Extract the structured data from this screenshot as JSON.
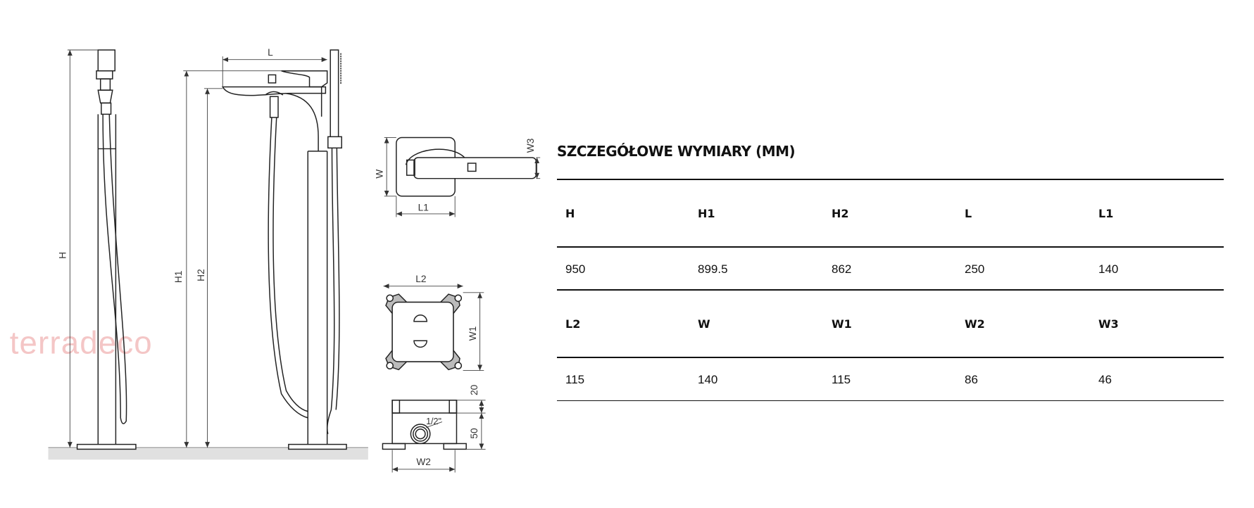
{
  "watermark": "terradeco",
  "drawing_labels": {
    "H": "H",
    "H1": "H1",
    "H2": "H2",
    "L": "L",
    "L1": "L1",
    "L2": "L2",
    "W": "W",
    "W1": "W1",
    "W2": "W2",
    "W3": "W3",
    "dim_20": "20",
    "dim_50": "50",
    "thread": "1/2\""
  },
  "table": {
    "title": "SZCZEGÓŁOWE WYMIARY (MM)",
    "rows": [
      {
        "headers": [
          "H",
          "H1",
          "H2",
          "L",
          "L1"
        ],
        "values": [
          "950",
          "899.5",
          "862",
          "250",
          "140"
        ]
      },
      {
        "headers": [
          "L2",
          "W",
          "W1",
          "W2",
          "W3"
        ],
        "values": [
          "115",
          "140",
          "115",
          "86",
          "46"
        ]
      }
    ]
  }
}
